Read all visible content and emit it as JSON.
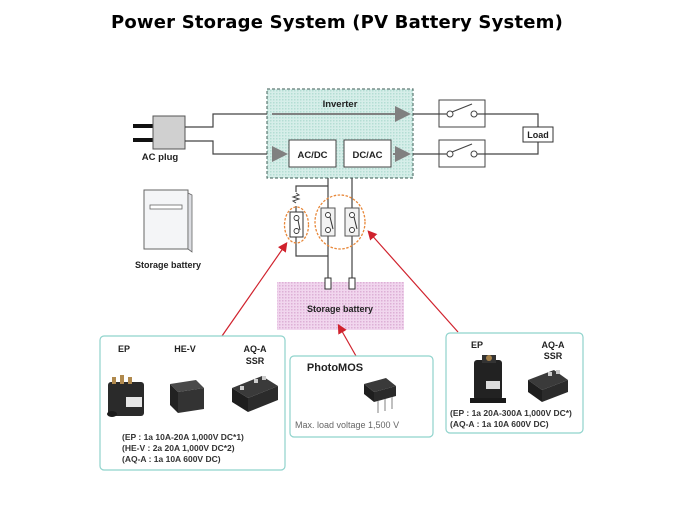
{
  "title": "Power Storage System (PV Battery System)",
  "diagram": {
    "inverter_label": "Inverter",
    "acdc_label": "AC/DC",
    "dcac_label": "DC/AC",
    "ac_plug_label": "AC plug",
    "storage_battery_icon_label": "Storage battery",
    "load_label": "Load",
    "storage_battery_block_label": "Storage battery"
  },
  "panels": {
    "left": {
      "products": [
        "EP",
        "HE-V",
        "AQ-A",
        "SSR"
      ],
      "specs": [
        "(EP : 1a 10A-20A 1,000V DC*1)",
        "(HE-V : 2a 20A 1,000V DC*2)",
        "(AQ-A : 1a 10A  600V DC)"
      ]
    },
    "middle": {
      "product": "PhotoMOS",
      "spec": "Max. load voltage 1,500 V"
    },
    "right": {
      "products": [
        "EP",
        "AQ-A",
        "SSR"
      ],
      "specs": [
        "(EP : 1a 20A-300A 1,000V DC*)",
        "(AQ-A : 1a 10A  600V DC)"
      ]
    }
  },
  "colors": {
    "inverter_fill": "#cdeae3",
    "battery_fill": "#ecc7e6",
    "panel_border": "#8fd3cc",
    "highlight": "#e8883a",
    "pointer": "#d0222d"
  }
}
